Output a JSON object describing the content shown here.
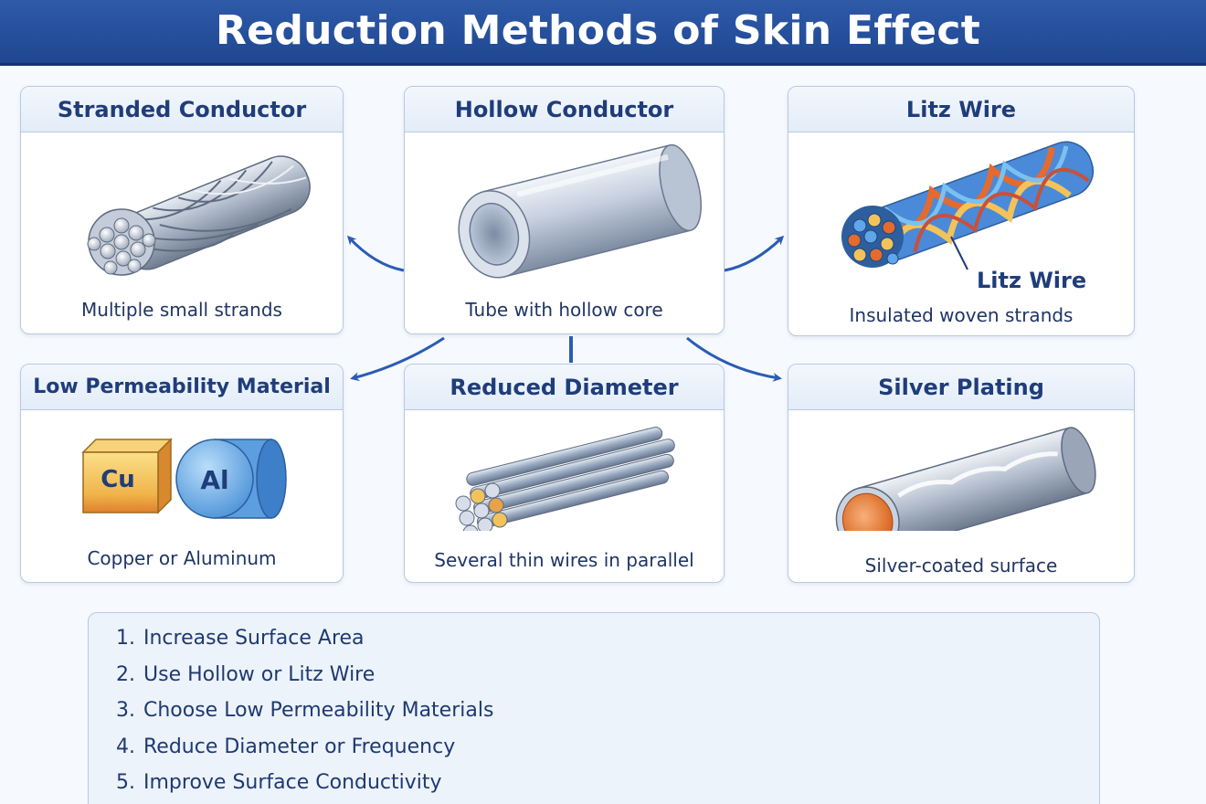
{
  "title": "Reduction Methods of Skin Effect",
  "cards": {
    "stranded": {
      "title": "Stranded Conductor",
      "caption": "Multiple small strands"
    },
    "hollow": {
      "title": "Hollow Conductor",
      "caption": "Tube with hollow core"
    },
    "litz": {
      "title": "Litz Wire",
      "caption": "Insulated woven strands",
      "callout": "Litz Wire"
    },
    "permeability": {
      "title": "Low Permeability Material",
      "caption": "Copper or Aluminum",
      "cube_label": "Cu",
      "cylinder_label": "Al"
    },
    "diameter": {
      "title": "Reduced Diameter",
      "caption": "Several thin wires in parallel"
    },
    "silver": {
      "title": "Silver Plating",
      "caption": "Silver-coated surface"
    }
  },
  "summary": [
    {
      "num": "1.",
      "text": "Increase Surface Area"
    },
    {
      "num": "2.",
      "text": "Use Hollow or Litz Wire"
    },
    {
      "num": "3.",
      "text": "Choose Low Permeability Materials"
    },
    {
      "num": "4.",
      "text": "Reduce Diameter or Frequency"
    },
    {
      "num": "5.",
      "text": "Improve Surface Conductivity"
    }
  ],
  "colors": {
    "title_bar": "#2e5aa8",
    "arrow": "#2a5cb5",
    "text": "#1e3a72",
    "copper": "#e8823a",
    "silver": "#c9d3e0"
  }
}
